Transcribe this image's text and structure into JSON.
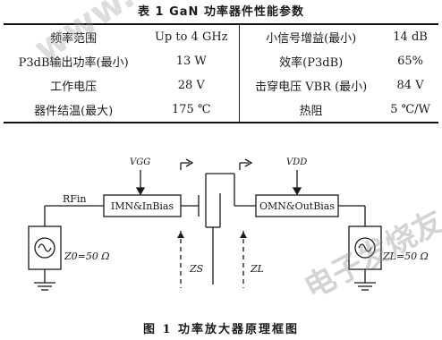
{
  "table": {
    "title": "表 1   GaN 功率器件性能参数",
    "rows": [
      {
        "l_label": "频率范围",
        "l_value": "Up to 4 GHz",
        "r_label": "小信号增益(最小)",
        "r_value": "14 dB"
      },
      {
        "l_label": "P3dB输出功率(最小)",
        "l_value": "13 W",
        "r_label": "效率(P3dB)",
        "r_value": "65%"
      },
      {
        "l_label": "工作电压",
        "l_value": "28 V",
        "r_label": "击穿电压 VBR (最小)",
        "r_value": "84 V"
      },
      {
        "l_label": "器件结温(最大)",
        "l_value": "175 ℃",
        "r_label": "热阻",
        "r_value": "5 ℃/W"
      }
    ]
  },
  "diagram": {
    "vgg": "VGG",
    "vdd": "VDD",
    "rfin": "RFin",
    "imn_block": "IMN&InBias",
    "omn_block": "OMN&OutBias",
    "zs": "ZS",
    "zl": "ZL",
    "z0_left": "Z0=50 Ω",
    "zl_right": "ZL=50 Ω"
  },
  "figure": {
    "caption": "图 1   功率放大器原理框图"
  },
  "watermarks": {
    "main": "www.elecfans.com",
    "corner": "电子发烧友"
  },
  "colors": {
    "ink": "#1a1a1a",
    "watermark": "#969696"
  }
}
